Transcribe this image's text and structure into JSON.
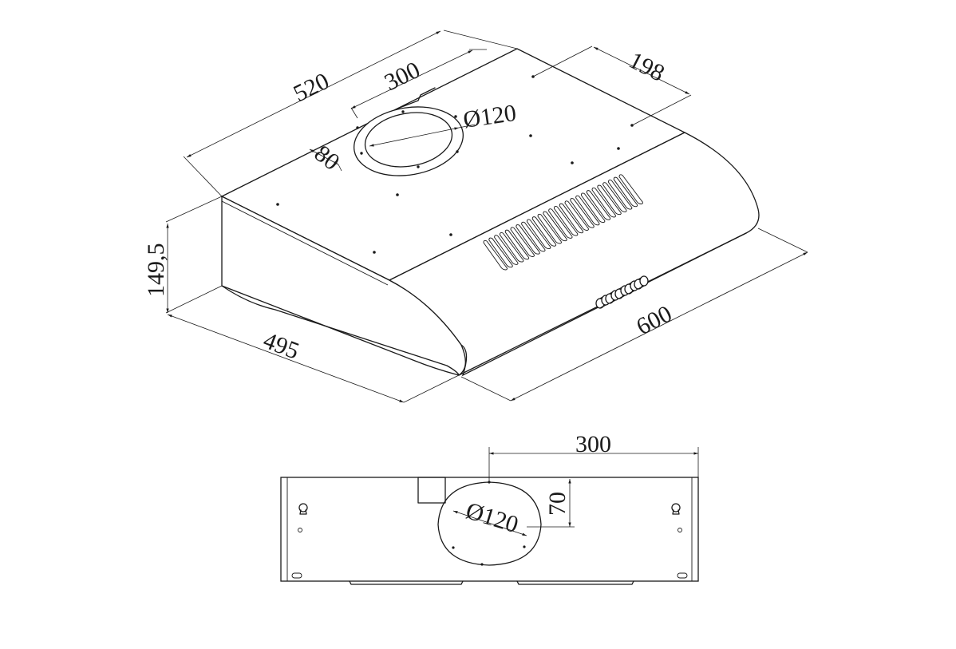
{
  "figure": {
    "top_view": {
      "depth_label": "520",
      "outlet_offset_label": "300",
      "rear_offset_label": "198",
      "outlet_diameter_label": "Ø120",
      "collar_height_label": "80",
      "height_label": "149,5",
      "front_depth_label": "495",
      "width_label": "600"
    },
    "rear_view": {
      "outlet_offset_label": "300",
      "outlet_diameter_label": "Ø120",
      "outlet_top_label": "70"
    }
  },
  "colors": {
    "line": "#1a1a1a",
    "background": "#ffffff"
  }
}
